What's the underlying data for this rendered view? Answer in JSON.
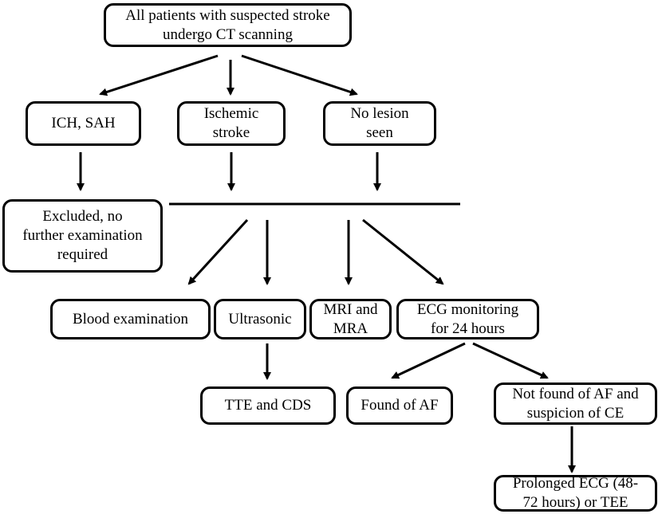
{
  "nodes": {
    "start": [
      "All patients with suspected stroke",
      "undergo CT scanning"
    ],
    "ich": [
      "ICH, SAH"
    ],
    "ischemic": [
      "Ischemic",
      "stroke"
    ],
    "no_lesion": [
      "No lesion",
      "seen"
    ],
    "excluded": [
      "Excluded, no",
      "further  examination",
      "required"
    ],
    "blood": [
      "Blood examination"
    ],
    "ultrasonic": [
      "Ultrasonic"
    ],
    "mri": [
      "MRI and",
      "MRA"
    ],
    "ecg": [
      "ECG monitoring",
      "for  24 hours"
    ],
    "tte": [
      "TTE and CDS"
    ],
    "found_af": [
      "Found of AF"
    ],
    "not_found": [
      "Not found of AF and",
      "suspicion of CE"
    ],
    "prolonged": [
      "Prolonged ECG (48-",
      "72 hours) or TEE"
    ]
  },
  "colors": {
    "stroke": "#000000",
    "background": "#ffffff"
  }
}
